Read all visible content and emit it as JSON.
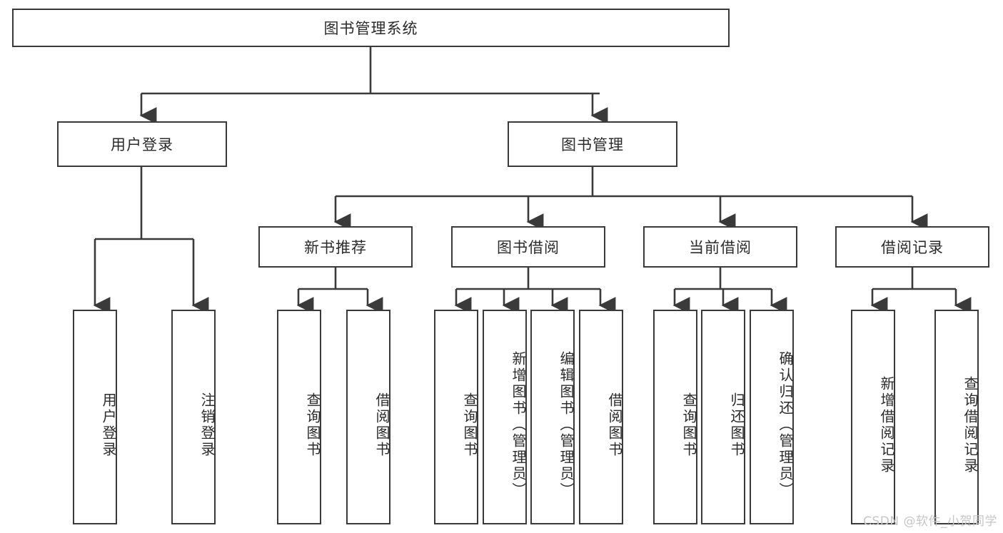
{
  "diagram": {
    "title": "图书管理系统",
    "type": "hierarchy-tree",
    "levels": 4,
    "root": {
      "label": "图书管理系统"
    },
    "level2": [
      {
        "label": "用户登录"
      },
      {
        "label": "图书管理"
      }
    ],
    "level3": [
      {
        "label": "新书推荐"
      },
      {
        "label": "图书借阅"
      },
      {
        "label": "当前借阅"
      },
      {
        "label": "借阅记录"
      }
    ],
    "leaves": {
      "user_login": [
        {
          "label": "用户登录"
        },
        {
          "label": "注销登录"
        }
      ],
      "new_book_recommend": [
        {
          "label": "查询图书"
        },
        {
          "label": "借阅图书"
        }
      ],
      "book_borrow": [
        {
          "label": "查询图书"
        },
        {
          "label": "新增图书（管理员）"
        },
        {
          "label": "编辑图书（管理员）"
        },
        {
          "label": "借阅图书"
        }
      ],
      "current_borrow": [
        {
          "label": "查询图书"
        },
        {
          "label": "归还图书"
        },
        {
          "label": "确认归还（管理员）"
        }
      ],
      "borrow_record": [
        {
          "label": "新增借阅记录"
        },
        {
          "label": "查询借阅记录"
        }
      ]
    }
  },
  "watermark": {
    "text": "CSDN @软件_小贺同学"
  },
  "colors": {
    "stroke": "#3a3a3a",
    "text": "#2b2b2b",
    "background": "#ffffff",
    "watermark": "#c6c6c6"
  }
}
